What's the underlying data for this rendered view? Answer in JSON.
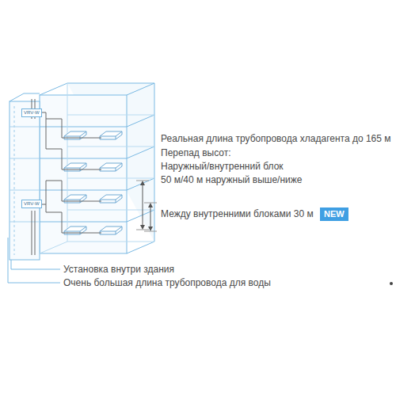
{
  "diagram": {
    "nodes": [
      {
        "text": [
          "VRV-W"
        ]
      },
      {
        "text": [
          "VRV-W"
        ]
      },
      {
        "text": [
          "NEW"
        ]
      }
    ],
    "labels": [
      "Реальная длина трубопровода хладагента до 165 м",
      "Перепад высот:",
      "Наружный/внутренний блок",
      "50 м/40 м наружный выше/ниже",
      "Между внутренними блоками 30 м",
      "Установка внутри здания",
      "Очень большая длина трубопровода для воды"
    ]
  }
}
